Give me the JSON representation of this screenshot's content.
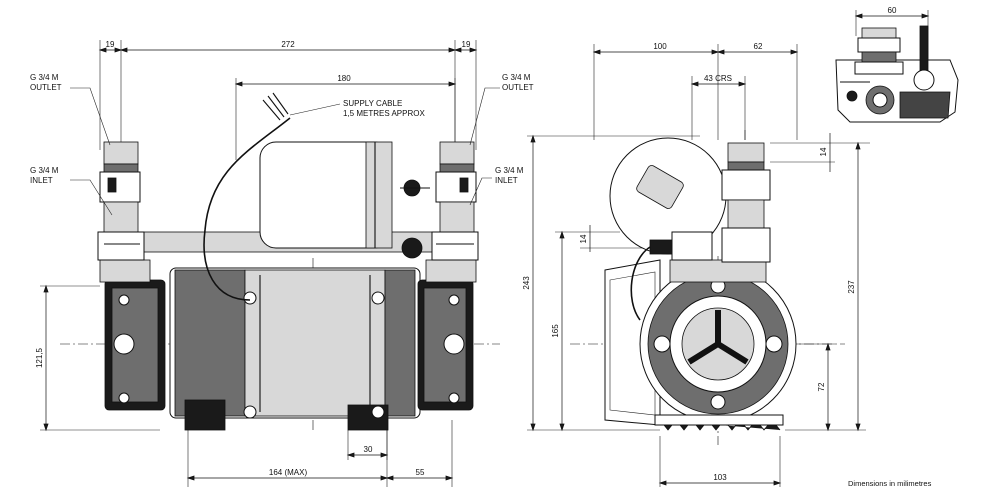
{
  "labels": {
    "outlet_left": [
      "G 3/4 M",
      "OUTLET"
    ],
    "outlet_right": [
      "G 3/4 M",
      "OUTLET"
    ],
    "inlet_left": [
      "G 3/4 M",
      "INLET"
    ],
    "inlet_right": [
      "G 3/4 M",
      "INLET"
    ],
    "supply_cable": [
      "SUPPLY CABLE",
      "1,5 METRES APPROX"
    ],
    "units_note": "Dimensions in milimetres"
  },
  "dimensions": {
    "front": {
      "left_flange": "19",
      "overall_width": "272",
      "right_flange": "19",
      "motor_length": "180",
      "shaft_height": "121,5",
      "foot_width": "30",
      "base_length": "164 (MAX)",
      "base_offset": "55"
    },
    "side": {
      "left_depth": "100",
      "right_depth": "62",
      "port_centres": "43 CRS",
      "overall_height": "243",
      "port_top_length": "14",
      "port_mid_length": "14",
      "port_centre_height": "165",
      "outlet_height": "237",
      "shaft_height": "72",
      "base_width": "103"
    },
    "top": {
      "width": "60"
    }
  }
}
